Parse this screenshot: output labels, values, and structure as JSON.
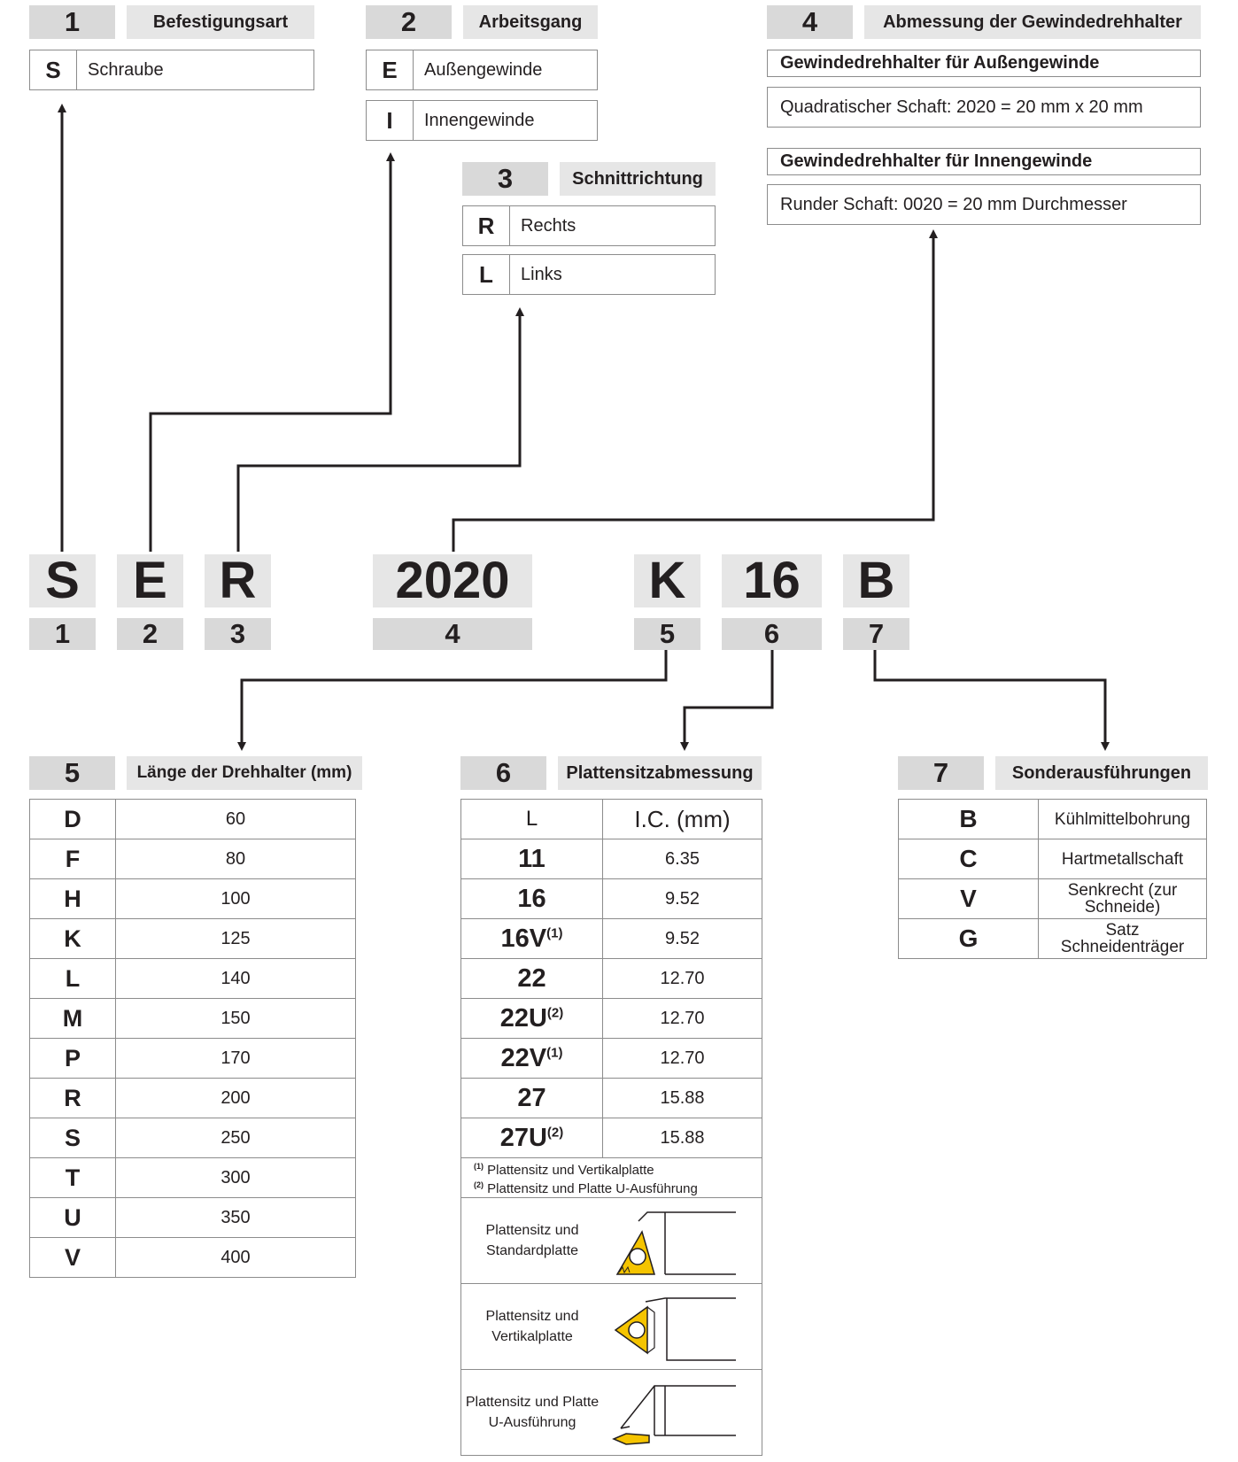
{
  "sections": {
    "s1": {
      "num": "1",
      "title": "Befestigungsart",
      "options": [
        {
          "code": "S",
          "label": "Schraube"
        }
      ]
    },
    "s2": {
      "num": "2",
      "title": "Arbeitsgang",
      "options": [
        {
          "code": "E",
          "label": "Außengewinde"
        },
        {
          "code": "I",
          "label": "Innengewinde"
        }
      ]
    },
    "s3": {
      "num": "3",
      "title": "Schnittrichtung",
      "options": [
        {
          "code": "R",
          "label": "Rechts"
        },
        {
          "code": "L",
          "label": "Links"
        }
      ]
    },
    "s4": {
      "num": "4",
      "title": "Abmessung der Gewindedrehhalter",
      "external_title": "Gewindedrehhalter für Außengewinde",
      "external_text": "Quadratischer Schaft: 2020 = 20 mm x 20 mm",
      "internal_title": "Gewindedrehhalter für Innengewinde",
      "internal_text": "Runder Schaft: 0020 = 20 mm Durchmesser"
    },
    "s5": {
      "num": "5",
      "title": "Länge der Drehhalter (mm)",
      "rows": [
        {
          "code": "D",
          "value": "60"
        },
        {
          "code": "F",
          "value": "80"
        },
        {
          "code": "H",
          "value": "100"
        },
        {
          "code": "K",
          "value": "125"
        },
        {
          "code": "L",
          "value": "140"
        },
        {
          "code": "M",
          "value": "150"
        },
        {
          "code": "P",
          "value": "170"
        },
        {
          "code": "R",
          "value": "200"
        },
        {
          "code": "S",
          "value": "250"
        },
        {
          "code": "T",
          "value": "300"
        },
        {
          "code": "U",
          "value": "350"
        },
        {
          "code": "V",
          "value": "400"
        }
      ]
    },
    "s6": {
      "num": "6",
      "title": "Plattensitzabmessung",
      "header_code": "L",
      "header_value": "I.C.  (mm)",
      "rows": [
        {
          "code": "11",
          "sup": "",
          "value": "6.35"
        },
        {
          "code": "16",
          "sup": "",
          "value": "9.52"
        },
        {
          "code": "16V",
          "sup": "(1)",
          "value": "9.52"
        },
        {
          "code": "22",
          "sup": "",
          "value": "12.70"
        },
        {
          "code": "22U",
          "sup": "(2)",
          "value": "12.70"
        },
        {
          "code": "22V",
          "sup": "(1)",
          "value": "12.70"
        },
        {
          "code": "27",
          "sup": "",
          "value": "15.88"
        },
        {
          "code": "27U",
          "sup": "(2)",
          "value": "15.88"
        }
      ],
      "notes": [
        {
          "mark": "(1)",
          "text": "Plattensitz und Vertikalplatte"
        },
        {
          "mark": "(2)",
          "text": "Plattensitz und Platte U-Ausführung"
        }
      ],
      "seats": [
        {
          "line1": "Plattensitz und",
          "line2": "Standardplatte"
        },
        {
          "line1": "Plattensitz und",
          "line2": "Vertikalplatte"
        },
        {
          "line1": "Plattensitz und Platte",
          "line2": "U-Ausführung"
        }
      ]
    },
    "s7": {
      "num": "7",
      "title": "Sonderausführungen",
      "rows": [
        {
          "code": "B",
          "line1": "Kühlmittelbohrung",
          "line2": ""
        },
        {
          "code": "C",
          "line1": "Hartmetallschaft",
          "line2": ""
        },
        {
          "code": "V",
          "line1": "Senkrecht (zur",
          "line2": "Schneide)"
        },
        {
          "code": "G",
          "line1": "Satz",
          "line2": "Schneidenträger"
        }
      ]
    }
  },
  "designation": [
    {
      "code": "S",
      "position": "1"
    },
    {
      "code": "E",
      "position": "2"
    },
    {
      "code": "R",
      "position": "3"
    },
    {
      "code": "2020",
      "position": "4"
    },
    {
      "code": "K",
      "position": "5"
    },
    {
      "code": "16",
      "position": "6"
    },
    {
      "code": "B",
      "position": "7"
    }
  ],
  "colors": {
    "insert_yellow": "#f5c400",
    "header_gray": "#d9d9d9",
    "title_gray": "#e6e6e6",
    "border": "#8c8c8c"
  }
}
